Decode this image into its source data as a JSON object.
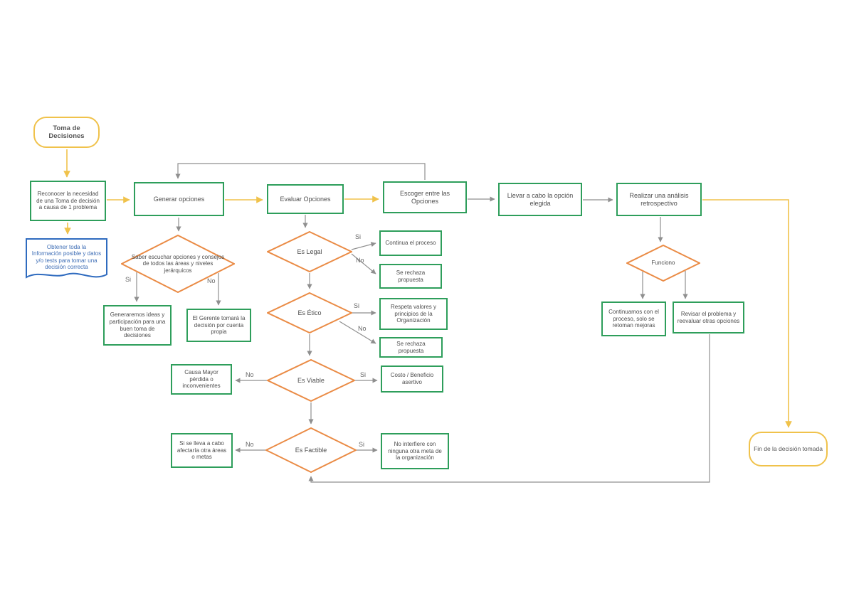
{
  "diagram": {
    "title": "Toma de Decisiones flowchart",
    "colors": {
      "node_green": "#2e9e5b",
      "diamond_orange": "#ea8b45",
      "terminal_yellow": "#f0c24b",
      "document_blue": "#2f6bbf",
      "arrow_gray": "#999999",
      "arrow_yellow": "#f0c24b"
    },
    "nodes": {
      "start": "Toma de Decisiones",
      "reconocer": "Reconocer la necesidad de una Toma de decisión a causa de 1 problema",
      "obtener": "Obtener toda la Información posible y datos y/o tests para tomar una decisión correcta",
      "generar": "Generar opciones",
      "saber": "Saber escuchar opciones y consejos de todos las áreas y niveles jerárquicos",
      "generaremos": "Generaremos ideas y participación para una buen toma de decisiones",
      "gerente": "El Gerente tomará la decisión por cuenta propia",
      "evaluar": "Evaluar Opciones",
      "es_legal": "Es Legal",
      "continua": "Continua el proceso",
      "rechaza1": "Se rechaza propuesta",
      "es_etico": "Es Ético",
      "respeta": "Respeta valores y principios de la Organización",
      "rechaza2": "Se rechaza propuesta",
      "es_viable": "Es Viable",
      "causa_mayor": "Causa Mayor pérdida o inconvenientes",
      "costo": "Costo / Beneficio asertivo",
      "es_factible": "Es Factible",
      "afectaria": "Si se lleva a cabo afectaría otra áreas o metas",
      "no_interfiere": "No interfiere con ninguna otra meta de la organización",
      "escoger": "Escoger entre las Opciones",
      "llevar": "Llevar a cabo la opción elegida",
      "realizar": "Realizar una análisis retrospectivo",
      "funciono": "Funciono",
      "continuamos": "Continuamos con el proceso, solo se retoman mejoras",
      "revisar": "Revisar el problema y reevaluar otras opciones",
      "fin": "Fin de la decisión tomada"
    },
    "branches": {
      "saber_si": "Si",
      "saber_no": "No",
      "legal_si": "Si",
      "legal_no": "No",
      "etico_si": "Si",
      "etico_no": "No",
      "viable_no": "No",
      "viable_si": "Si",
      "factible_no": "No",
      "factible_si": "Si"
    }
  }
}
